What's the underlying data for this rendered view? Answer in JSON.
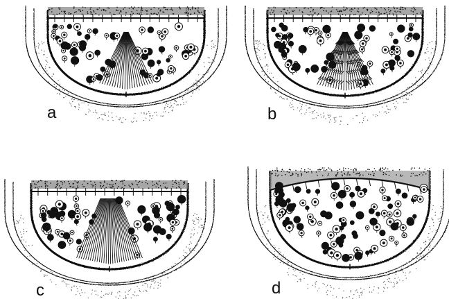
{
  "figure": {
    "panels": [
      {
        "id": "a",
        "label": "a",
        "center_pattern": "narrow-fan-lines"
      },
      {
        "id": "b",
        "label": "b",
        "center_pattern": "feathered-fan"
      },
      {
        "id": "c",
        "label": "c",
        "center_pattern": "wide-fan-lines"
      },
      {
        "id": "d",
        "label": "d",
        "center_pattern": "none"
      }
    ],
    "colors": {
      "ink": "#111111",
      "stipple": "#6a6a6a",
      "paper": "#ffffff"
    }
  }
}
